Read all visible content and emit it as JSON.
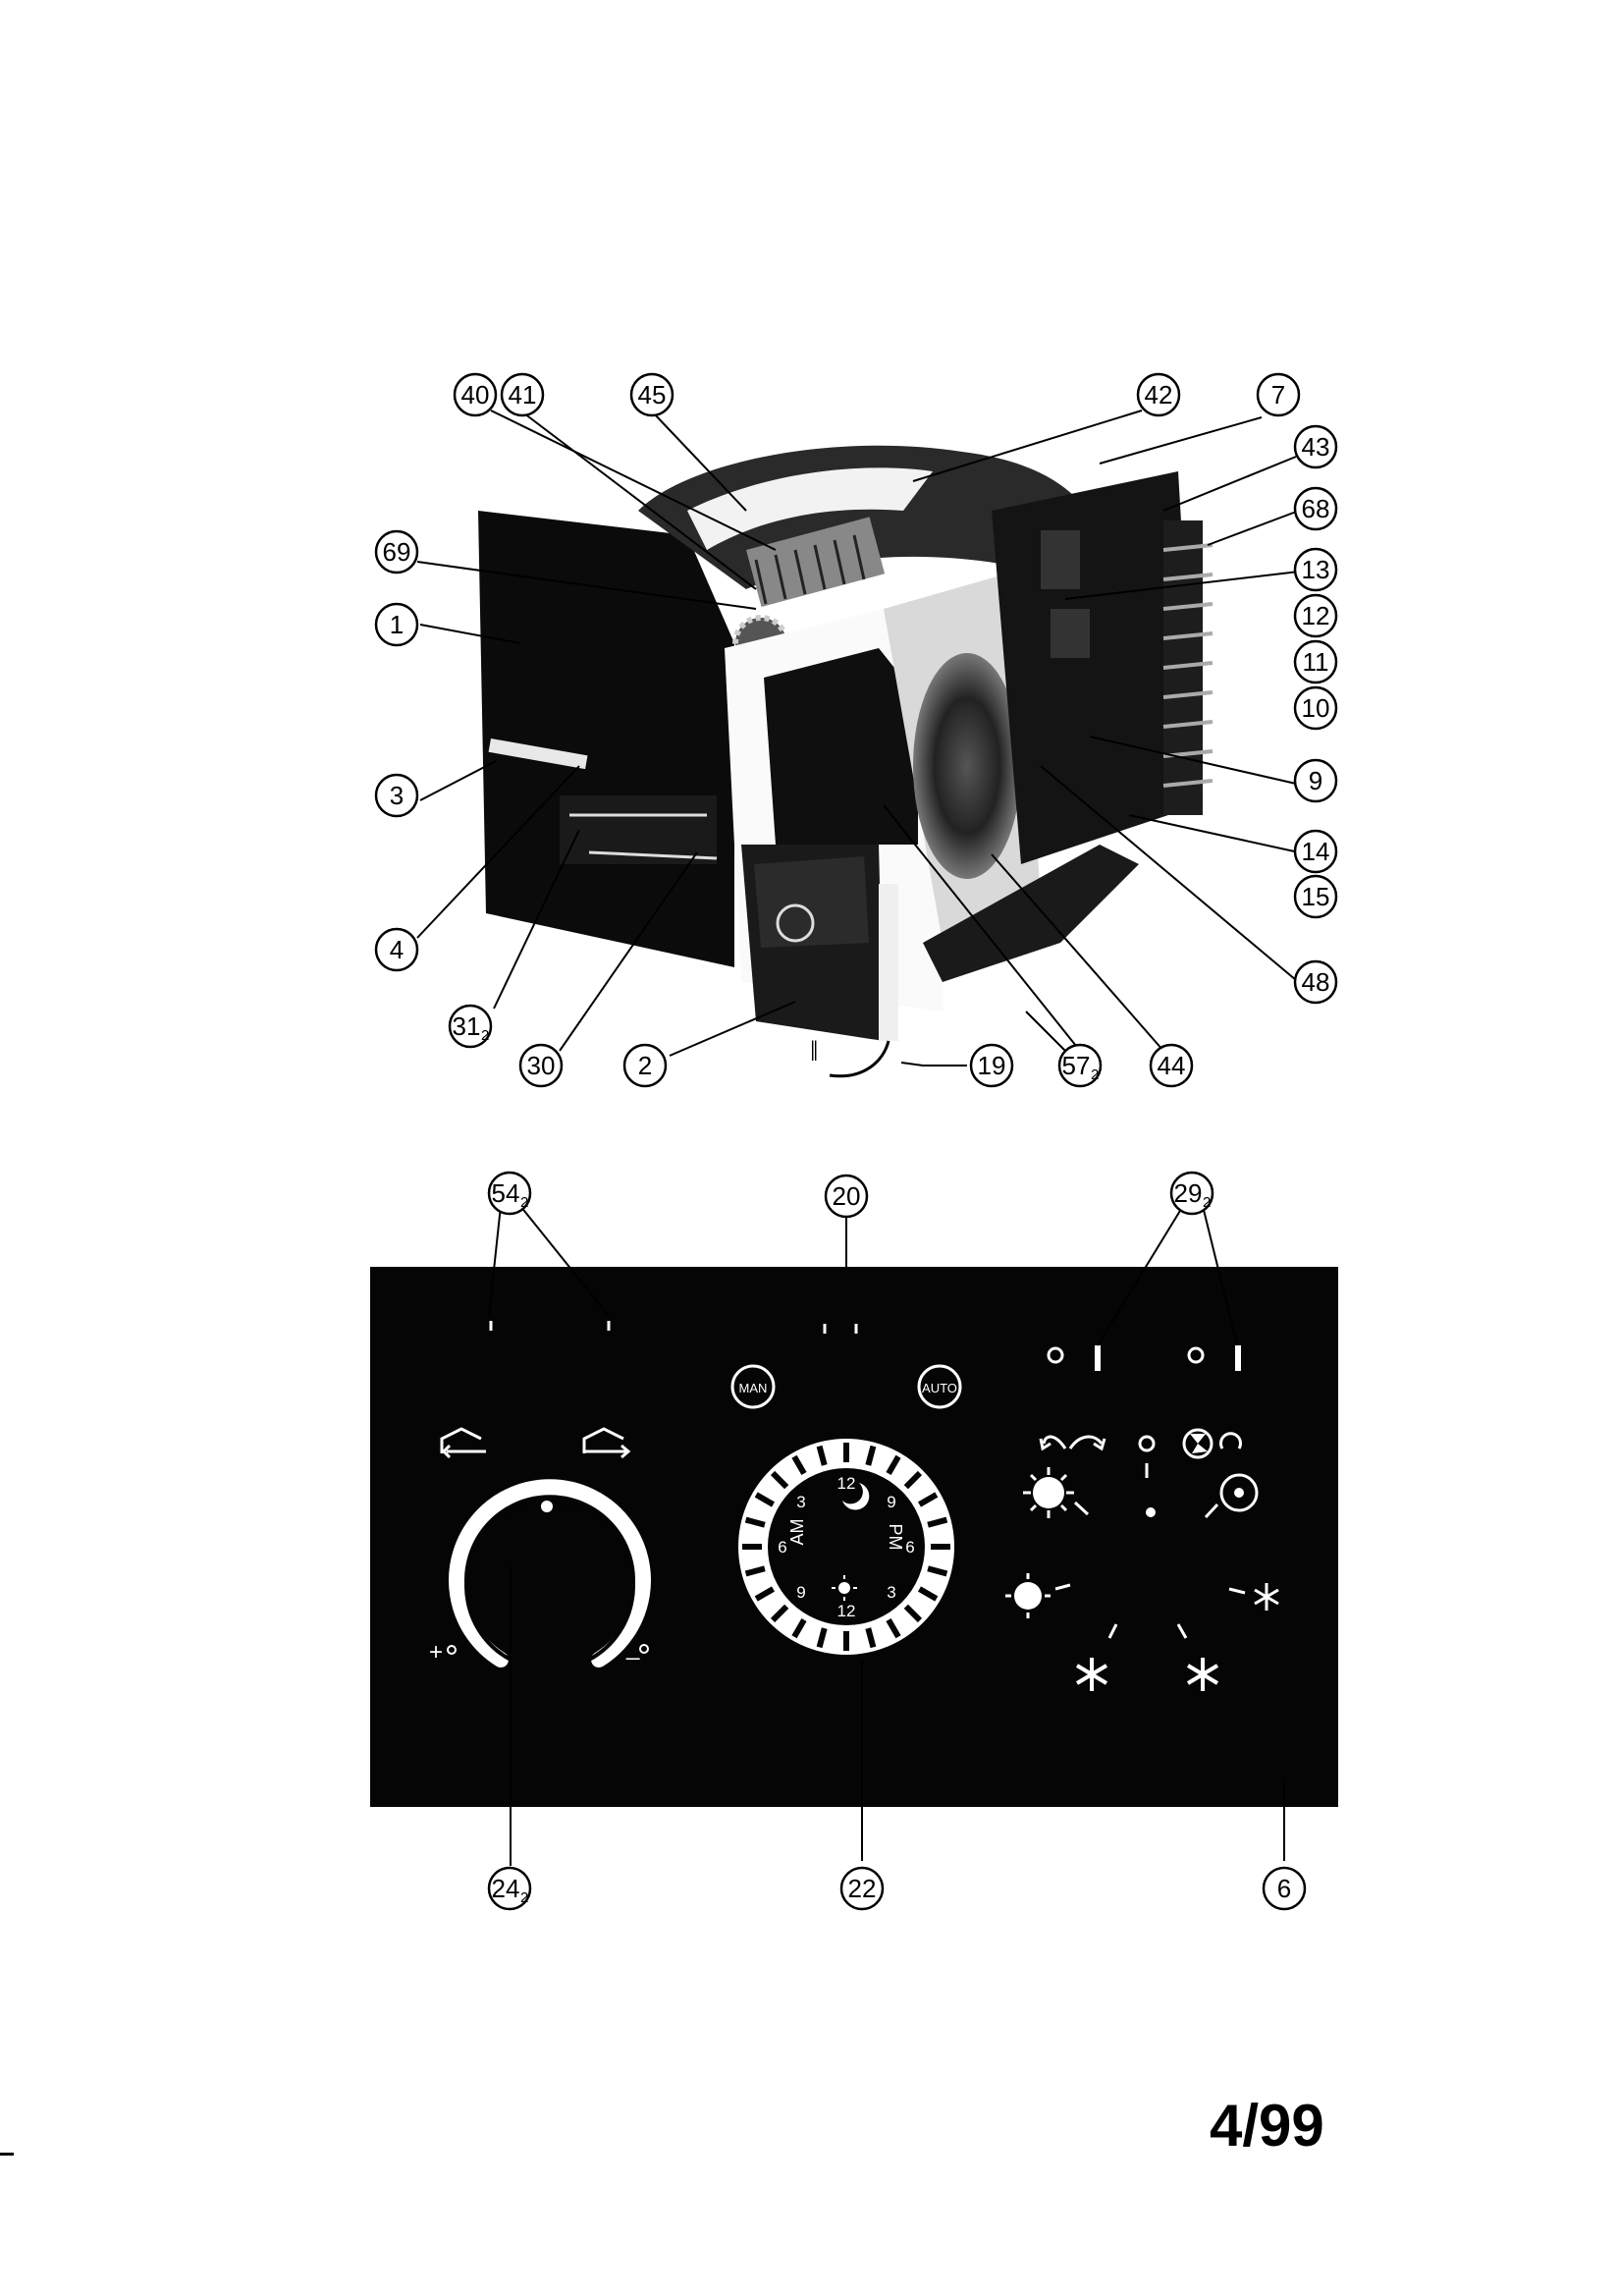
{
  "page_number": "4/99",
  "unit_callouts": [
    {
      "key": "40",
      "label": "40"
    },
    {
      "key": "41",
      "label": "41"
    },
    {
      "key": "45",
      "label": "45"
    },
    {
      "key": "42",
      "label": "42"
    },
    {
      "key": "7",
      "label": "7"
    },
    {
      "key": "43",
      "label": "43"
    },
    {
      "key": "68",
      "label": "68"
    },
    {
      "key": "69",
      "label": "69"
    },
    {
      "key": "13",
      "label": "13"
    },
    {
      "key": "12",
      "label": "12"
    },
    {
      "key": "1",
      "label": "1"
    },
    {
      "key": "11",
      "label": "11"
    },
    {
      "key": "10",
      "label": "10"
    },
    {
      "key": "3",
      "label": "3"
    },
    {
      "key": "9",
      "label": "9"
    },
    {
      "key": "14",
      "label": "14"
    },
    {
      "key": "15",
      "label": "15"
    },
    {
      "key": "4",
      "label": "4"
    },
    {
      "key": "48",
      "label": "48"
    },
    {
      "key": "31",
      "label": "31",
      "sub": "2"
    },
    {
      "key": "30",
      "label": "30"
    },
    {
      "key": "2",
      "label": "2"
    },
    {
      "key": "19",
      "label": "19"
    },
    {
      "key": "57",
      "label": "57",
      "sub": "2"
    },
    {
      "key": "44",
      "label": "44"
    }
  ],
  "panel_callouts": [
    {
      "key": "54",
      "label": "54",
      "sub": "2"
    },
    {
      "key": "20",
      "label": "20"
    },
    {
      "key": "29",
      "label": "29",
      "sub": "2"
    },
    {
      "key": "24",
      "label": "24",
      "sub": "2"
    },
    {
      "key": "22",
      "label": "22"
    },
    {
      "key": "6",
      "label": "6"
    }
  ],
  "control_panel": {
    "man_button": "MAN",
    "auto_button": "AUTO",
    "dial_plus": "+",
    "dial_minus": "_",
    "timer": {
      "am_label": "AM",
      "pm_label": "PM",
      "numbers": [
        "12",
        "9",
        "6",
        "3",
        "12",
        "9",
        "6",
        "3"
      ]
    },
    "icons": {
      "left_arrow": "arrow-left-icon",
      "right_arrow": "arrow-right-icon",
      "airflow": "airflow-arrows-icon",
      "fan": "fan-icon",
      "recirculate": "recirculate-icon",
      "sun": "sun-icon",
      "snowflake": "snowflake-icon"
    }
  }
}
